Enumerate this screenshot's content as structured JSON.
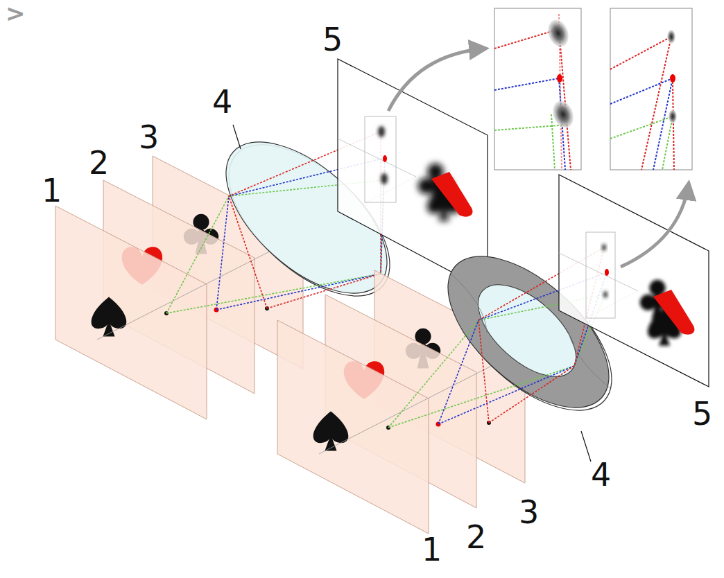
{
  "diagram": {
    "labels": [
      ">",
      "1",
      "2",
      "3",
      "4",
      "5",
      "1",
      "2",
      "3",
      "4",
      "5"
    ]
  }
}
